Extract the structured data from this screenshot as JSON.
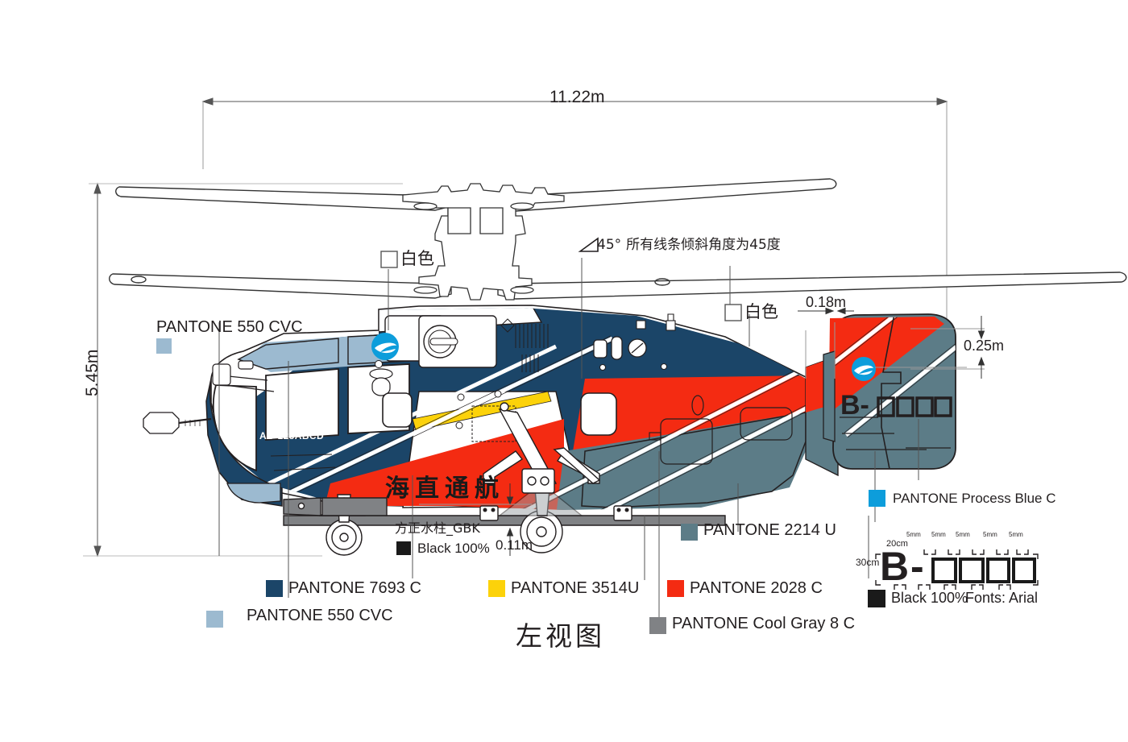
{
  "drawing": {
    "view_title": "左视图",
    "overall_length": "11.22m",
    "overall_height": "5.45m",
    "angle_note": "所有线条倾斜角度为45度",
    "angle_value": "45°",
    "tail_stripe_width": "0.18m",
    "tail_stripe_height": "0.25m",
    "skid_dim": "0.11m",
    "white_label_main": "白色",
    "white_label_tail": "白色",
    "fuselage_registration": "AB-123ABCD",
    "tail_registration": "B-",
    "brand_chinese": "海直通航",
    "brand_font_note": "方正水柱_GBK",
    "brand_font_color": "Black 100%"
  },
  "callouts": {
    "pantone_550_top": "PANTONE 550 CVC",
    "pantone_550_bottom": "PANTONE 550 CVC",
    "pantone_7693": "PANTONE 7693 C",
    "pantone_3514": "PANTONE 3514U",
    "pantone_2028": "PANTONE 2028 C",
    "pantone_cool_gray_8": "PANTONE Cool Gray 8 C",
    "pantone_2214": "PANTONE 2214 U",
    "pantone_process_blue": "PANTONE Process Blue C"
  },
  "regmark": {
    "prefix": "B",
    "dash": "-",
    "height_label": "30cm",
    "width_label": "20cm",
    "gap_labels": [
      "5mm",
      "5mm",
      "5mm",
      "5mm",
      "5mm"
    ],
    "black_label": "Black 100%",
    "fonts_label": "Fonts: Arial"
  },
  "colors": {
    "pantone_7693": "#1b4568",
    "pantone_550": "#9cbad0",
    "pantone_3514": "#fcd20a",
    "pantone_2028": "#f42b12",
    "pantone_cool_gray_8": "#808285",
    "pantone_2214": "#5c7c87",
    "process_blue": "#0d9ddb",
    "black": "#1a1a1a",
    "white": "#ffffff",
    "line": "#231f20"
  }
}
